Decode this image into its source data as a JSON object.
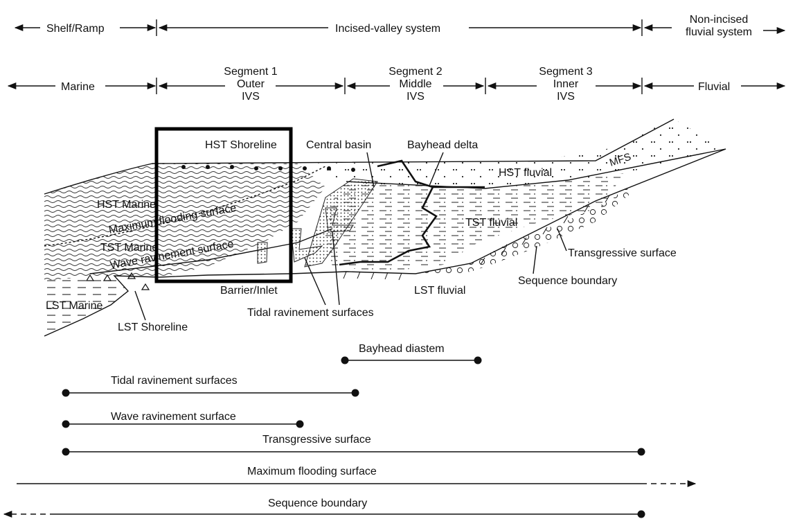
{
  "header": {
    "row1": {
      "shelf_ramp": "Shelf/Ramp",
      "incised_valley_system": "Incised-valley system",
      "non_incised_line1": "Non-incised",
      "non_incised_line2": "fluvial system"
    },
    "row2": {
      "marine": "Marine",
      "segment1": {
        "line1": "Segment 1",
        "line2": "Outer",
        "line3": "IVS"
      },
      "segment2": {
        "line1": "Segment 2",
        "line2": "Middle",
        "line3": "IVS"
      },
      "segment3": {
        "line1": "Segment 3",
        "line2": "Inner",
        "line3": "IVS"
      },
      "fluvial": "Fluvial"
    }
  },
  "cross_section": {
    "labels": {
      "hst_shoreline": "HST Shoreline",
      "central_basin": "Central basin",
      "bayhead_delta": "Bayhead delta",
      "hst_fluvial": "HST fluvial",
      "mfs": "MFS",
      "hst_marine": "HST Marine",
      "maximum_flooding_surface": "Maximum flooding surface",
      "tst_fluvial": "TST fluvial",
      "tst_marine": "TST Marine",
      "wave_ravinement_surface": "Wave ravinement surface",
      "transgressive_surface": "Transgressive surface",
      "barrier_inlet": "Barrier/Inlet",
      "lst_fluvial": "LST fluvial",
      "sequence_boundary": "Sequence boundary",
      "lst_marine": "LST Marine",
      "tidal_ravinement_surfaces": "Tidal ravinement surfaces",
      "lst_shoreline": "LST Shoreline"
    },
    "highlight_color": "#000000"
  },
  "surface_extents": {
    "bayhead_diastem": "Bayhead diastem",
    "tidal_ravinement_surfaces": "Tidal ravinement surfaces",
    "wave_ravinement_surface": "Wave ravinement surface",
    "transgressive_surface": "Transgressive surface",
    "maximum_flooding_surface": "Maximum flooding surface",
    "sequence_boundary": "Sequence boundary"
  }
}
